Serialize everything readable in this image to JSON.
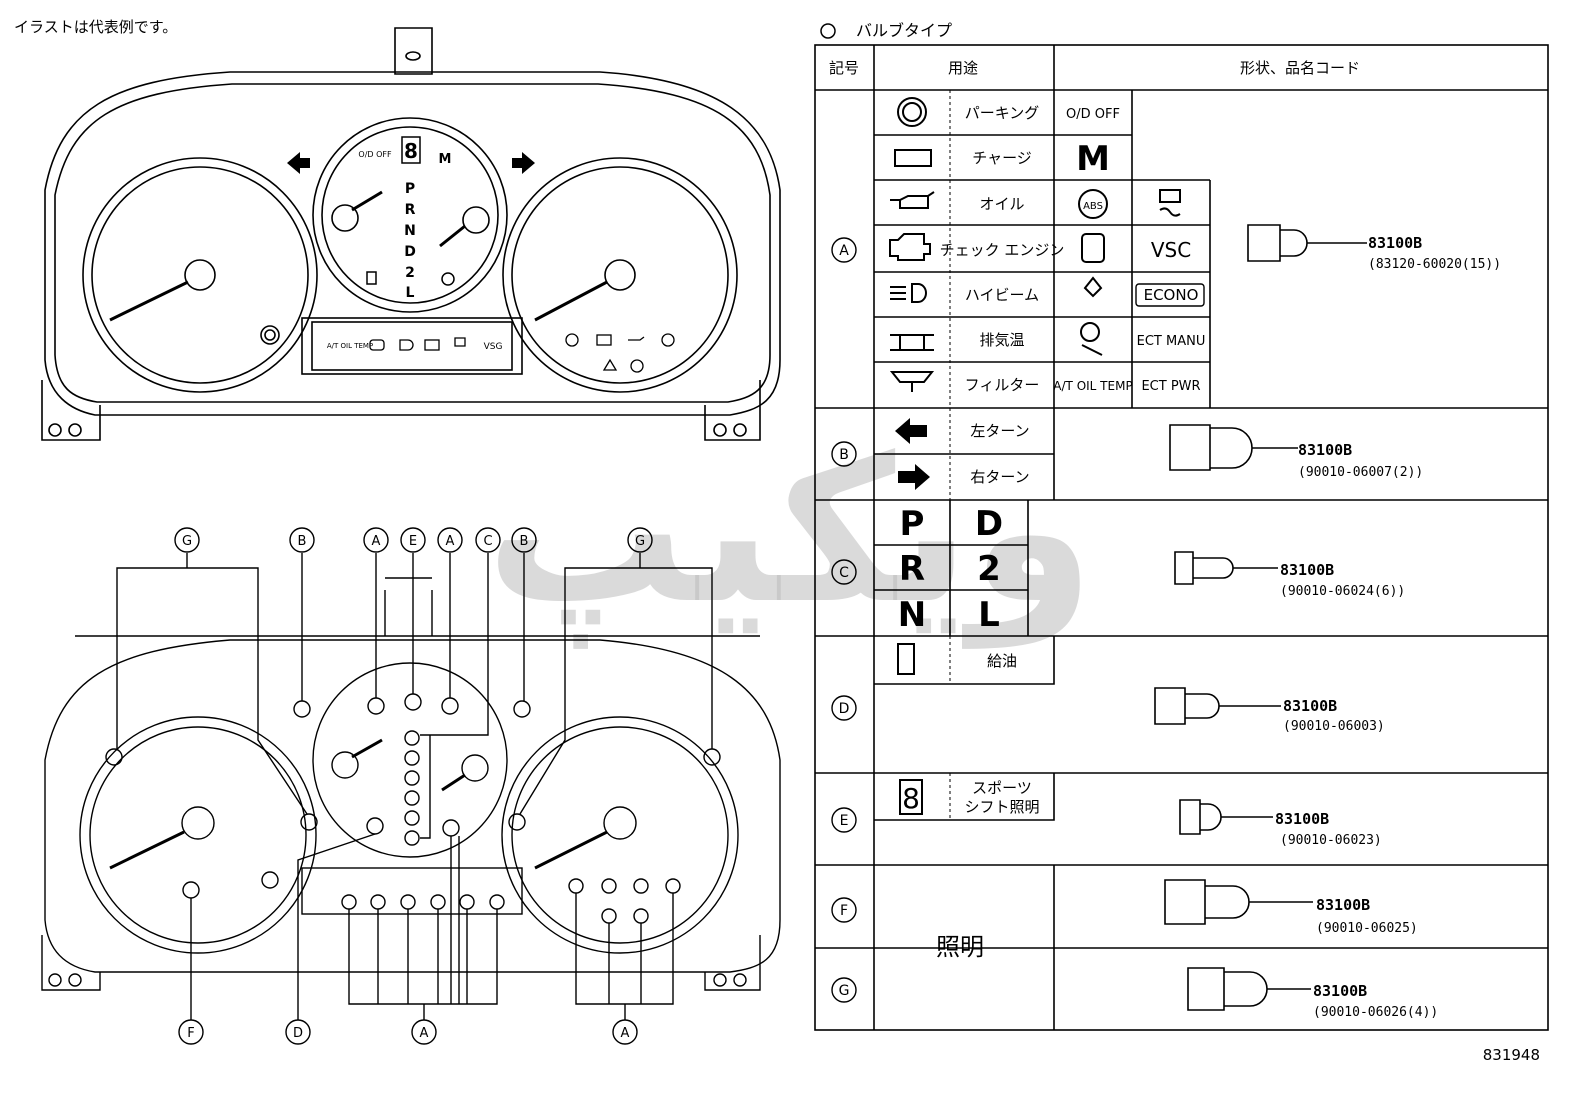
{
  "note": "イラストは代表例です。",
  "section_title": "バルブタイプ",
  "figure_id": "831948",
  "watermark": "ويكيپ",
  "table": {
    "headers": {
      "symbol": "記号",
      "usage": "用途",
      "shape": "形状、品名コード"
    },
    "groups": [
      {
        "id": "A",
        "items": [
          [
            "パーキング",
            "O/D OFF"
          ],
          [
            "チャージ",
            "M"
          ],
          [
            "オイル",
            "ABS"
          ],
          [
            "チェック エンジン",
            "VSC"
          ],
          [
            "ハイビーム",
            "ECONO"
          ],
          [
            "排気温",
            "ECT MANU"
          ],
          [
            "フィルター",
            "A/T OIL TEMP"
          ]
        ],
        "extra_codes": [
          "ECT PWR"
        ],
        "part": "83100B",
        "code": "(83120-60020(15))"
      },
      {
        "id": "B",
        "items": [
          "左ターン",
          "右ターン"
        ],
        "part": "83100B",
        "code": "(90010-06007(2))"
      },
      {
        "id": "C",
        "items": [
          "P",
          "D",
          "R",
          "2",
          "N",
          "L"
        ],
        "part": "83100B",
        "code": "(90010-06024(6))"
      },
      {
        "id": "D",
        "items": [
          "給油"
        ],
        "part": "83100B",
        "code": "(90010-06003)"
      },
      {
        "id": "E",
        "items": [
          "スポーツ",
          "シフト照明"
        ],
        "part": "83100B",
        "code": "(90010-06023)"
      },
      {
        "id": "F",
        "items": [
          "照明"
        ],
        "part": "83100B",
        "code": "(90010-06025)"
      },
      {
        "id": "G",
        "items": [],
        "part": "83100B",
        "code": "(90010-06026(4))"
      }
    ]
  },
  "cluster": {
    "gear_letters": [
      "P",
      "R",
      "N",
      "D",
      "2",
      "L"
    ],
    "indicators_center": [
      "A/T OIL TEMP",
      "VSG"
    ],
    "od_off": "O/D OFF",
    "m_label": "M",
    "callouts_top": [
      "G",
      "B",
      "A",
      "E",
      "A",
      "C",
      "B",
      "G"
    ],
    "callouts_bottom": [
      "F",
      "D",
      "A",
      "A"
    ]
  },
  "icons": [
    "parking-brake-icon",
    "battery-icon",
    "oil-can-icon",
    "check-engine-icon",
    "headlight-icon",
    "exhaust-temp-icon",
    "fuel-filter-icon",
    "abs-icon",
    "skid-icon",
    "door-icon",
    "seatbelt-icon",
    "airbag-icon",
    "left-arrow-icon",
    "right-arrow-icon",
    "fuel-pump-icon",
    "digit-8-icon"
  ]
}
